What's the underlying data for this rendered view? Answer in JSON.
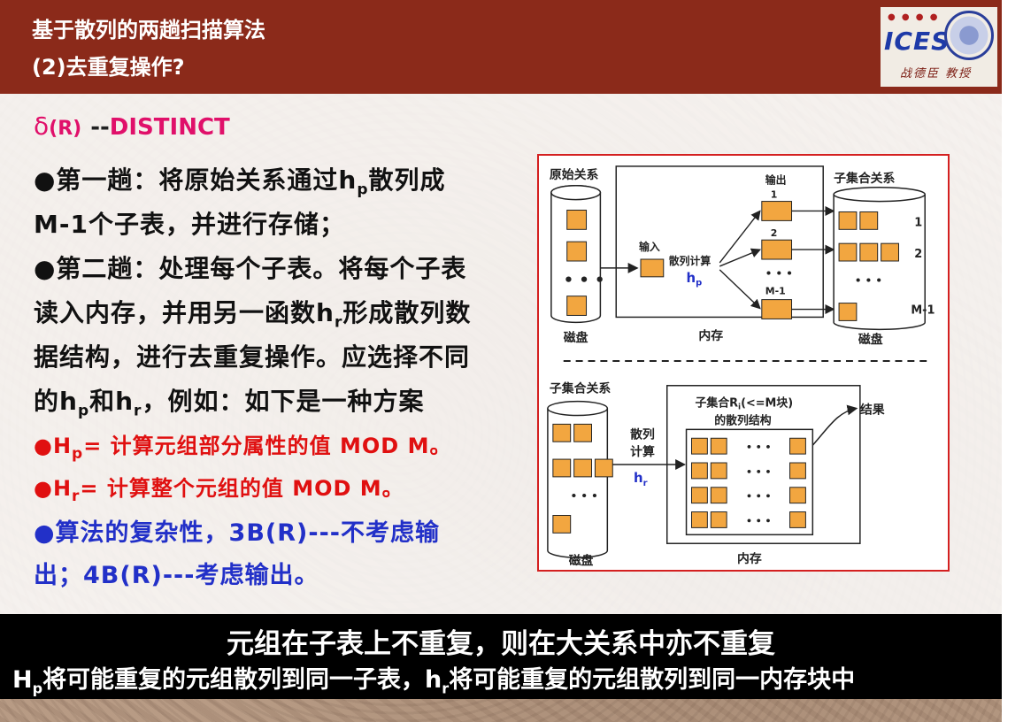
{
  "header": {
    "title": "基于散列的两趟扫描算法",
    "subtitle": "(2)去重复操作?",
    "logo": {
      "text": "ICES",
      "signature": "战德臣 教授"
    }
  },
  "intro": {
    "delta": "δ",
    "r": "(R)",
    "dash": "--",
    "distinct": "DISTINCT"
  },
  "paragraphs": {
    "p1_a": "●第一趟：将原始关系通过h",
    "p1_sub": "p",
    "p1_b": "散列成",
    "p2": "M-1个子表，并进行存储；",
    "p3": "●第二趟：处理每个子表。将每个子表",
    "p4_a": "读入内存，并用另一函数h",
    "p4_sub": "r",
    "p4_b": "形成散列数",
    "p5": "据结构，进行去重复操作。应选择不同",
    "p6_a": "的h",
    "p6_sub1": "p",
    "p6_b": "和h",
    "p6_sub2": "r",
    "p6_c": "，例如：如下是一种方案",
    "p7_a": "●H",
    "p7_sub": "p",
    "p7_b": "= 计算元组部分属性的值 MOD M。",
    "p8_a": "●H",
    "p8_sub": "r",
    "p8_b": "= 计算整个元组的值 MOD M。",
    "p9": "●算法的复杂性，3B(R)---不考虑输",
    "p10": "出；4B(R)---考虑输出。"
  },
  "diagram": {
    "top": {
      "source_label": "原始关系",
      "disk_label": "磁盘",
      "memory_label": "内存",
      "input_label": "输入",
      "hash_label": "散列计算",
      "hash_fn": "h",
      "hash_fn_sub": "p",
      "output_label": "输出",
      "out_1": "1",
      "out_2": "2",
      "out_m": "M-1",
      "subset_label": "子集合关系",
      "right_disk_label": "磁盘",
      "row_1": "1",
      "row_2": "2",
      "row_m": "M-1"
    },
    "bottom": {
      "subset_label": "子集合关系",
      "disk_label": "磁盘",
      "hash_label_1": "散列",
      "hash_label_2": "计算",
      "hash_fn": "h",
      "hash_fn_sub": "r",
      "struct_label_1": "子集合R",
      "struct_label_sub": "i",
      "struct_label_2": "(<=M块)",
      "struct_label_3": "的散列结构",
      "memory_label": "内存",
      "result_label": "结果"
    }
  },
  "band": {
    "line1": "元组在子表上不重复，则在大关系中亦不重复",
    "line2_a": "H",
    "line2_sub1": "p",
    "line2_b": "将可能重复的元组散列到同一子表，h",
    "line2_sub2": "r",
    "line2_c": "将可能重复的元组散列到同一内存块中"
  },
  "colors": {
    "header_bg": "#8b2a1a",
    "accent_pink": "#e0106a",
    "red": "#e01010",
    "blue": "#2230c8",
    "box_fill": "#f2a640"
  }
}
